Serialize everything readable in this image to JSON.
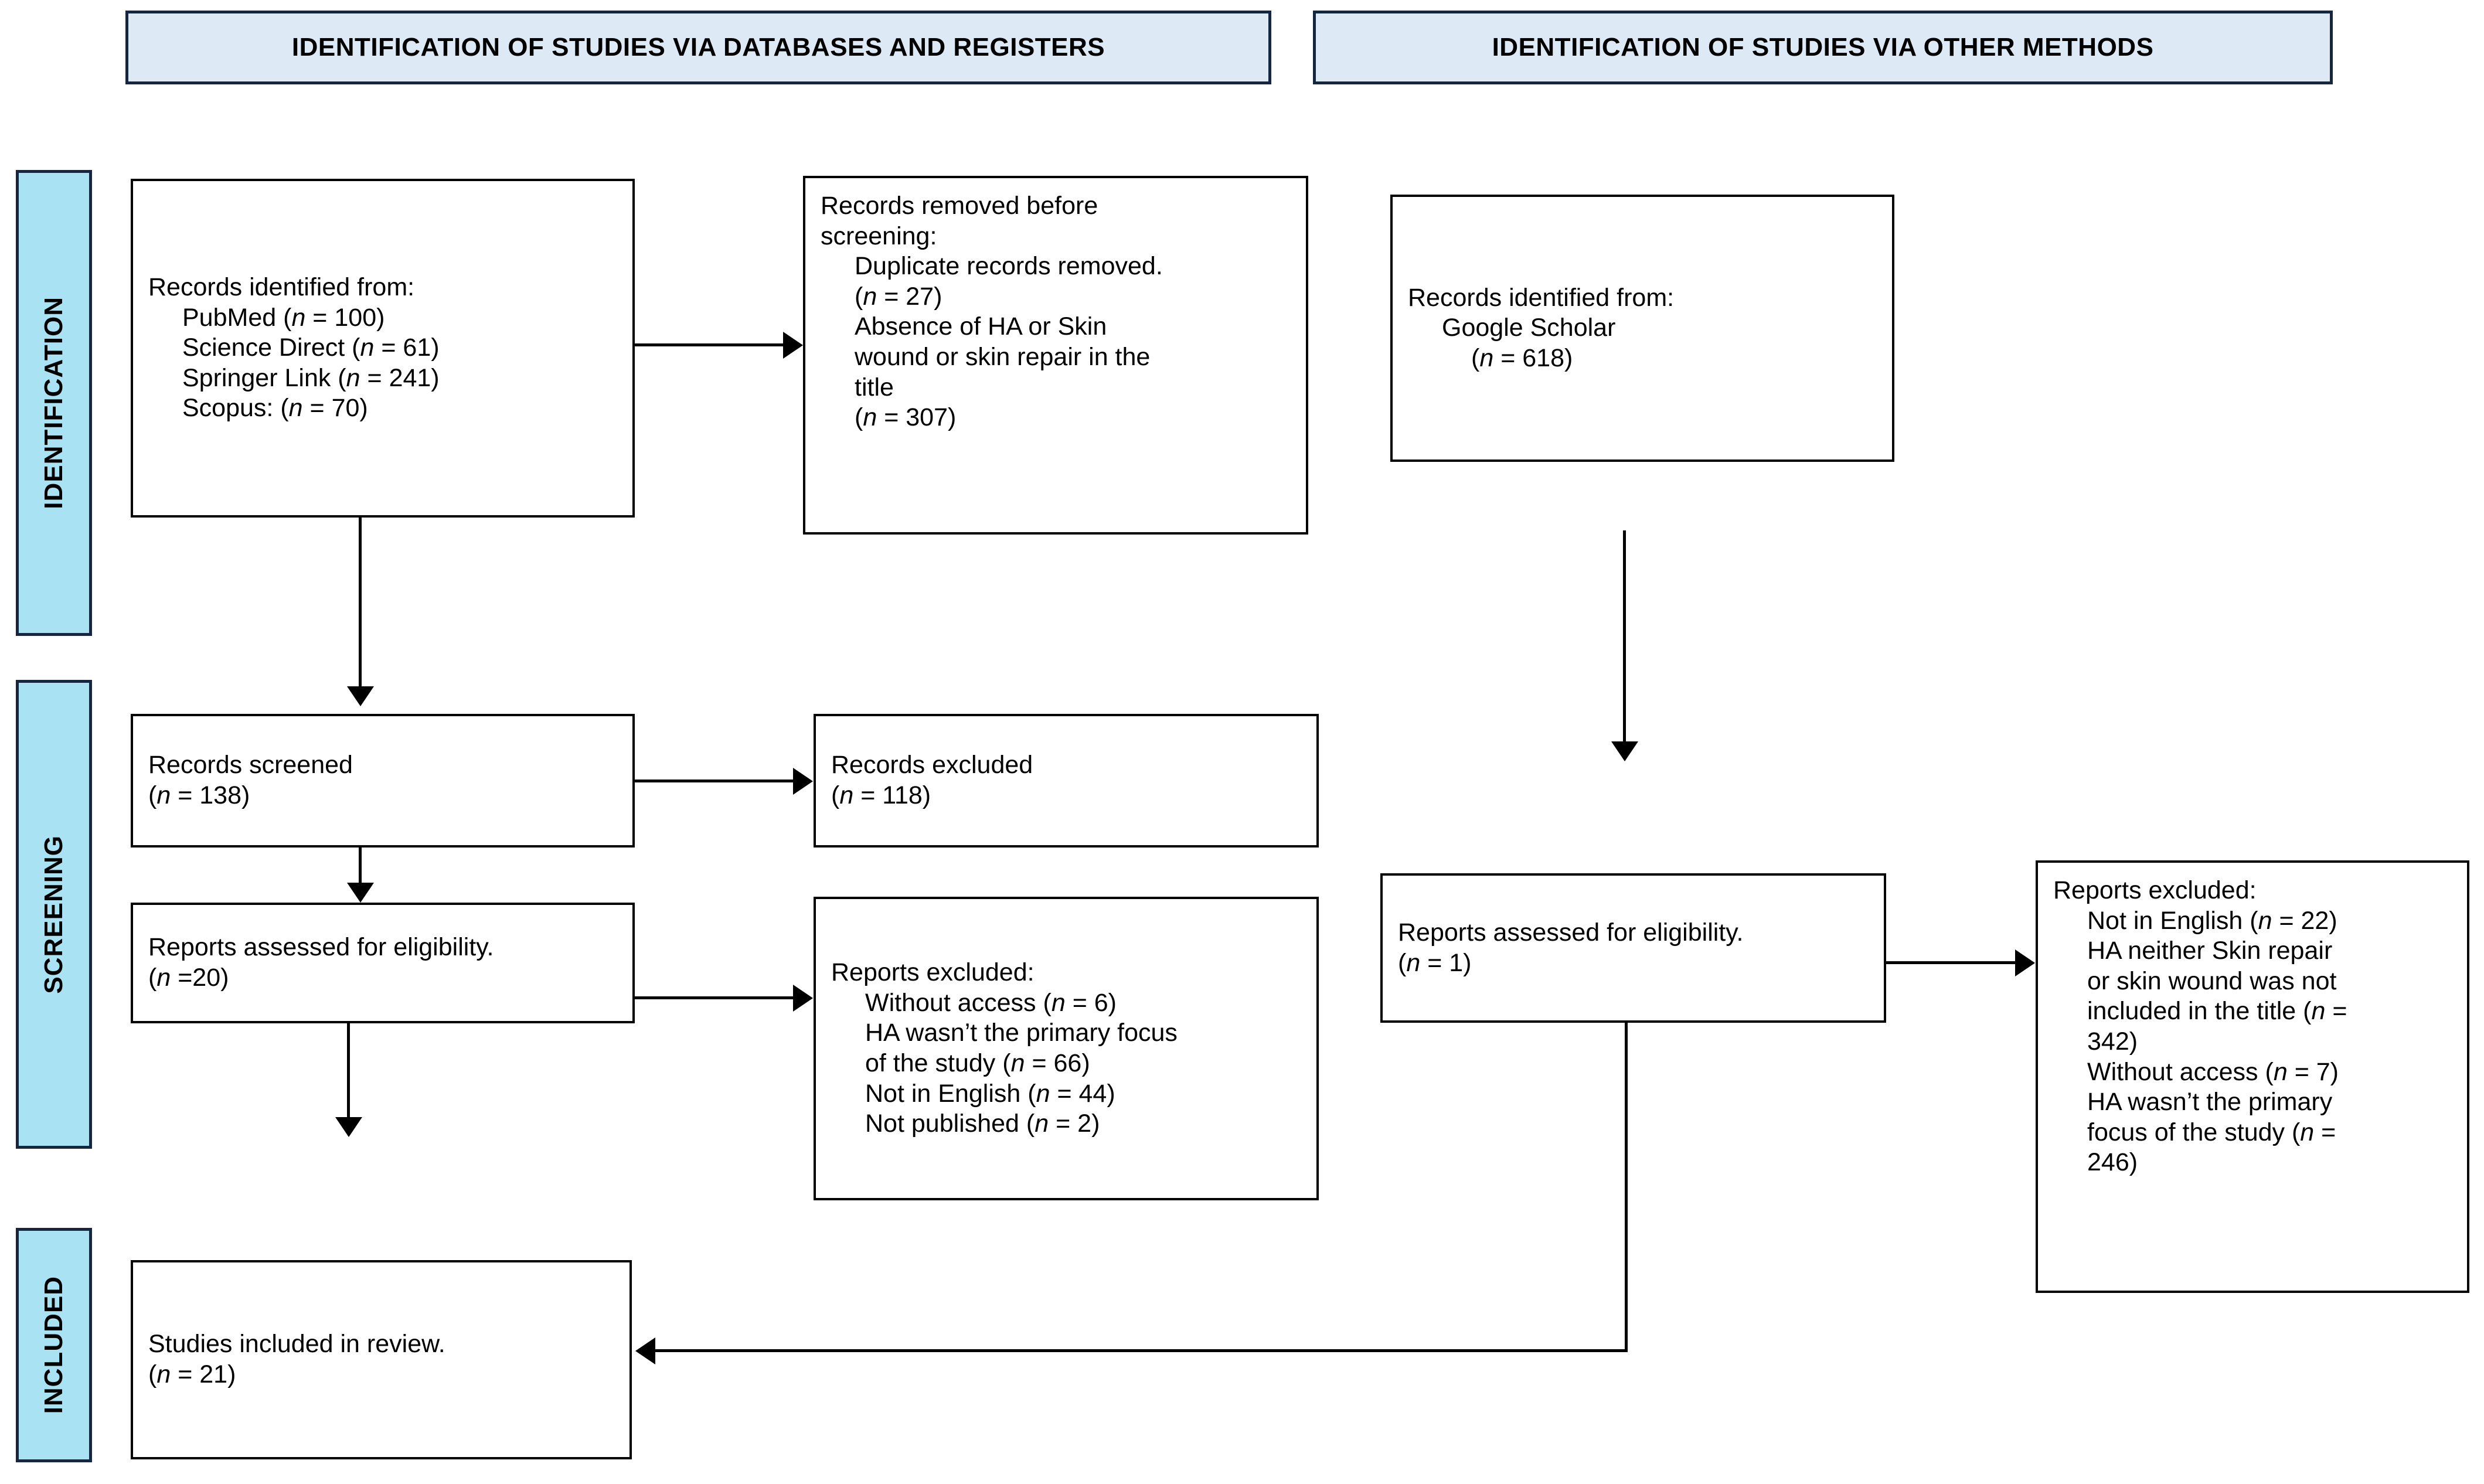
{
  "diagram": {
    "title": "PRISMA 2020 flow diagram",
    "colors": {
      "banner_fill": "#dde9f5",
      "banner_border": "#16263f",
      "stage_tab_fill": "#a9e2f3",
      "stage_tab_border": "#16263f",
      "node_border": "#000000",
      "node_fill": "#ffffff",
      "connector": "#000000"
    }
  },
  "banners": [
    {
      "id": "databases",
      "label": "IDENTIFICATION OF STUDIES VIA DATABASES AND REGISTERS"
    },
    {
      "id": "other-methods",
      "label": "IDENTIFICATION OF STUDIES VIA OTHER METHODS"
    }
  ],
  "stages": [
    {
      "id": "identification",
      "label": "IDENTIFICATION"
    },
    {
      "id": "screening",
      "label": "SCREENING"
    },
    {
      "id": "included",
      "label": "INCLUDED"
    }
  ],
  "nodes": {
    "records_identified_db": {
      "lines": [
        {
          "text": "Records identified from:",
          "indent": false
        },
        {
          "text": "PubMed (n = 100)",
          "indent": true
        },
        {
          "text": "Science Direct (n = 61)",
          "indent": true
        },
        {
          "text": "Springer Link (n = 241)",
          "indent": true
        },
        {
          "text": "Scopus: (n = 70)",
          "indent": true
        }
      ]
    },
    "records_removed": {
      "lines": [
        {
          "text": "Records removed before",
          "indent": false
        },
        {
          "text": "screening:",
          "indent": false
        },
        {
          "text": "Duplicate records removed.",
          "indent": true
        },
        {
          "text": "(n = 27)",
          "indent": true
        },
        {
          "text": "Absence of HA or Skin",
          "indent": true
        },
        {
          "text": "wound or skin repair in the",
          "indent": true
        },
        {
          "text": "title",
          "indent": true
        },
        {
          "text": "(n = 307)",
          "indent": true
        }
      ]
    },
    "records_identified_other": {
      "lines": [
        {
          "text": "Records identified from:",
          "indent": false
        },
        {
          "text": "Google Scholar",
          "indent": true
        },
        {
          "text": "(n = 618)",
          "indent": true,
          "extra_indent": true
        }
      ]
    },
    "records_screened": {
      "lines": [
        {
          "text": "Records screened",
          "indent": false
        },
        {
          "text": "(n = 138)",
          "indent": false
        }
      ]
    },
    "records_excluded": {
      "lines": [
        {
          "text": "Records excluded",
          "indent": false
        },
        {
          "text": "(n = 118)",
          "indent": false
        }
      ]
    },
    "reports_assessed_db": {
      "lines": [
        {
          "text": "Reports assessed for eligibility.",
          "indent": false
        },
        {
          "text": "(n =20)",
          "indent": false
        }
      ]
    },
    "reports_excluded_db": {
      "lines": [
        {
          "text": "Reports excluded:",
          "indent": false
        },
        {
          "text": "Without access (n = 6)",
          "indent": true
        },
        {
          "text": "HA wasn’t the primary focus",
          "indent": true
        },
        {
          "text": "of the study (n = 66)",
          "indent": true
        },
        {
          "text": "Not in English (n = 44)",
          "indent": true
        },
        {
          "text": "Not published (n = 2)",
          "indent": true
        }
      ]
    },
    "reports_assessed_other": {
      "lines": [
        {
          "text": "Reports assessed for eligibility.",
          "indent": false
        },
        {
          "text": "(n = 1)",
          "indent": false
        }
      ]
    },
    "reports_excluded_other": {
      "lines": [
        {
          "text": "Reports excluded:",
          "indent": false
        },
        {
          "text": "Not in English (n = 22)",
          "indent": true
        },
        {
          "text": "HA neither Skin repair",
          "indent": true
        },
        {
          "text": "or skin wound was not",
          "indent": true
        },
        {
          "text": "included in the title (n =",
          "indent": true
        },
        {
          "text": "342)",
          "indent": true
        },
        {
          "text": "Without access (n = 7)",
          "indent": true
        },
        {
          "text": "HA wasn’t the primary",
          "indent": true
        },
        {
          "text": "focus of the study (n =",
          "indent": true
        },
        {
          "text": "246)",
          "indent": true
        }
      ]
    },
    "studies_included": {
      "lines": [
        {
          "text": "Studies included in review.",
          "indent": false
        },
        {
          "text": "(n = 21)",
          "indent": false
        }
      ]
    }
  },
  "chart_data": {
    "type": "flowchart",
    "title": "PRISMA 2020 flow diagram for new systematic reviews",
    "counts": {
      "pubmed": 100,
      "science_direct": 61,
      "springer_link": 241,
      "scopus": 70,
      "google_scholar": 618,
      "duplicate_records_removed": 27,
      "absence_of_ha_or_skin_wound_in_title": 307,
      "records_screened": 138,
      "records_excluded": 118,
      "reports_assessed_db": 20,
      "db_excluded_without_access": 6,
      "db_excluded_ha_not_primary_focus": 66,
      "db_excluded_not_in_english": 44,
      "db_excluded_not_published": 2,
      "reports_assessed_other": 1,
      "other_excluded_not_in_english": 22,
      "other_excluded_title_missing_terms": 342,
      "other_excluded_without_access": 7,
      "other_excluded_ha_not_primary_focus": 246,
      "studies_included": 21
    }
  }
}
